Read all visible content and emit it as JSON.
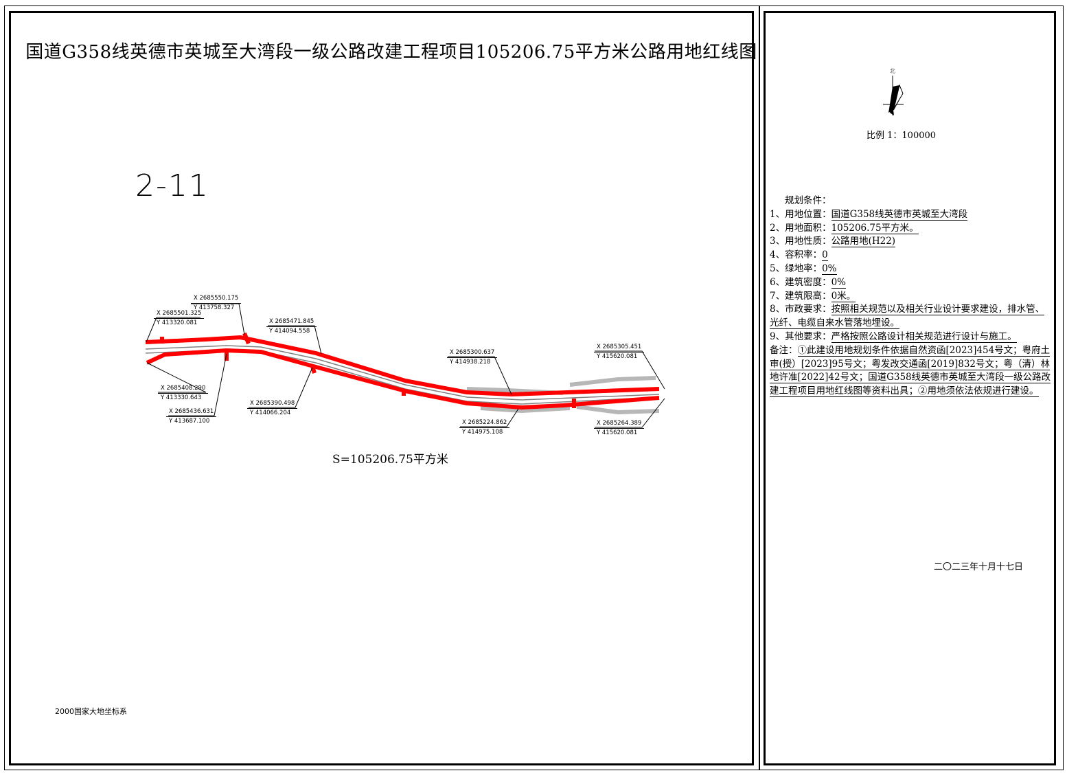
{
  "title": "国道G358线英德市英城至大湾段一级公路改建工程项目105206.75平方米公路用地红线图",
  "sheet_number": "2-11",
  "area_label": "S=105206.75平方米",
  "coordinate_system": "2000国家大地坐标系",
  "colors": {
    "redline": "#ff0000",
    "road": "#808080"
  },
  "points": [
    {
      "x": "X 2685550.175",
      "y": "Y 413758.327"
    },
    {
      "x": "X 2685501.325",
      "y": "Y 413320.081"
    },
    {
      "x": "X 2685471.845",
      "y": "Y 414094.558"
    },
    {
      "x": "X 2685408.290",
      "y": "Y 413330.643"
    },
    {
      "x": "X 2685436.631",
      "y": "Y 413687.100"
    },
    {
      "x": "X 2685390.498",
      "y": "Y 414066.204"
    },
    {
      "x": "X 2685300.637",
      "y": "Y 414938.218"
    },
    {
      "x": "X 2685224.862",
      "y": "Y 414975.108"
    },
    {
      "x": "X 2685305.451",
      "y": "Y 415620.081"
    },
    {
      "x": "X 2685264.389",
      "y": "Y 415620.081"
    }
  ],
  "side": {
    "north_label": "北",
    "scale": "比例 1：100000",
    "conditions_title": "规划条件：",
    "conditions": [
      {
        "label": "1、用地位置：",
        "value": "国道G358线英德市英城至大湾段"
      },
      {
        "label": "2、用地面积：",
        "value": "105206.75平方米。"
      },
      {
        "label": "3、用地性质：",
        "value": "公路用地(H22)"
      },
      {
        "label": "4、容积率：",
        "value": "0"
      },
      {
        "label": "5、绿地率：",
        "value": "0%"
      },
      {
        "label": "6、建筑密度：",
        "value": "0%"
      },
      {
        "label": "7、建筑限高：",
        "value": "0米。"
      },
      {
        "label": "8、市政要求：",
        "value": "按照相关规范以及相关行业设计要求建设，排水管、光纤、电缆自来水管落地埋设。"
      },
      {
        "label": "9、其他要求：",
        "value": "严格按照公路设计相关规范进行设计与施工。"
      },
      {
        "label": "备注：",
        "value": "①此建设用地规划条件依据自然资函[2023]454号文；粤府土审(授）[2023]95号文；粤发改交通函[2019]832号文；粤（清）林地许准[2022]42号文；国道G358线英德市英城至大湾段一级公路改建工程项目用地红线图等资料出具；②用地须依法依规进行建设。"
      }
    ],
    "date": "二〇二三年十月十七日"
  }
}
